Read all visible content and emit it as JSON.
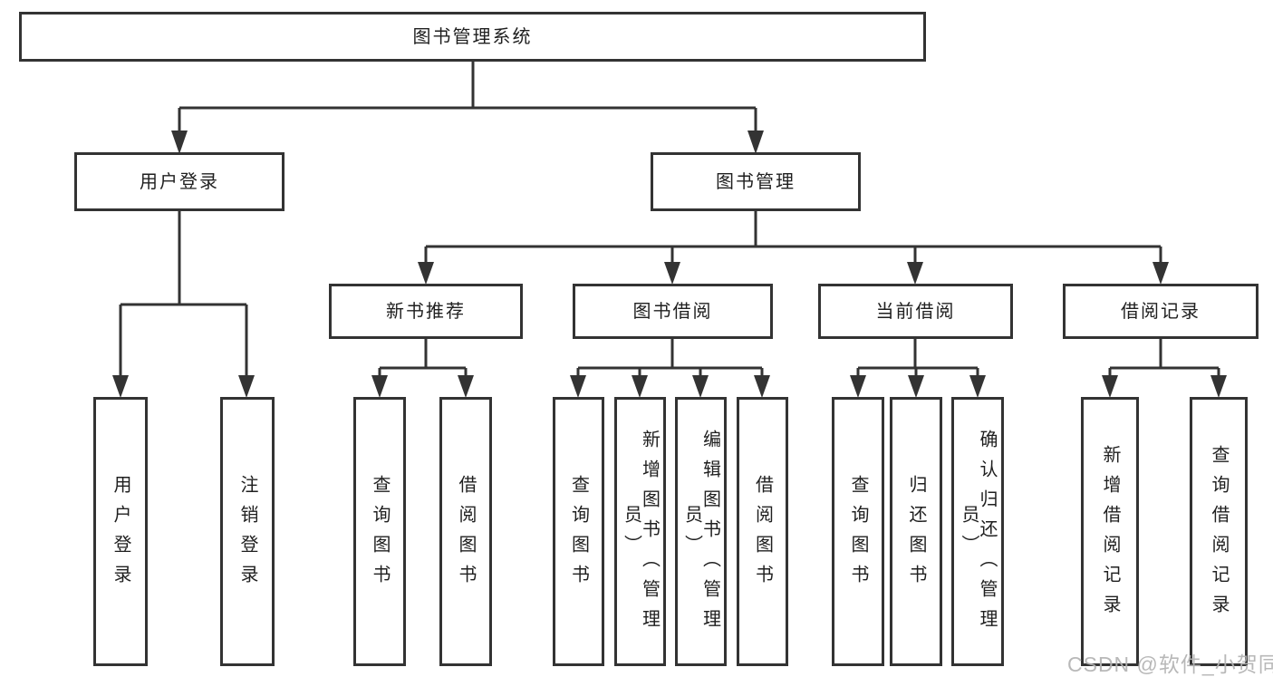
{
  "diagram_type": "hierarchy-tree",
  "tree": {
    "label": "图书管理系统",
    "children": [
      {
        "label": "用户登录",
        "children": [
          {
            "label": "用户登录"
          },
          {
            "label": "注销登录"
          }
        ]
      },
      {
        "label": "图书管理",
        "children": [
          {
            "label": "新书推荐",
            "children": [
              {
                "label": "查询图书"
              },
              {
                "label": "借阅图书"
              }
            ]
          },
          {
            "label": "图书借阅",
            "children": [
              {
                "label": "查询图书"
              },
              {
                "label": "新增图书（管理员）"
              },
              {
                "label": "编辑图书（管理员）"
              },
              {
                "label": "借阅图书"
              }
            ]
          },
          {
            "label": "当前借阅",
            "children": [
              {
                "label": "查询图书"
              },
              {
                "label": "归还图书"
              },
              {
                "label": "确认归还（管理员）"
              }
            ]
          },
          {
            "label": "借阅记录",
            "children": [
              {
                "label": "新增借阅记录"
              },
              {
                "label": "查询借阅记录"
              }
            ]
          }
        ]
      }
    ]
  },
  "watermark": {
    "text": "CSDN @软件_小贺同学"
  },
  "colors": {
    "line": "#333333",
    "box_border": "#333333",
    "text": "#1f1f1f",
    "background": "#ffffff",
    "watermark": "#b3b3b3"
  }
}
